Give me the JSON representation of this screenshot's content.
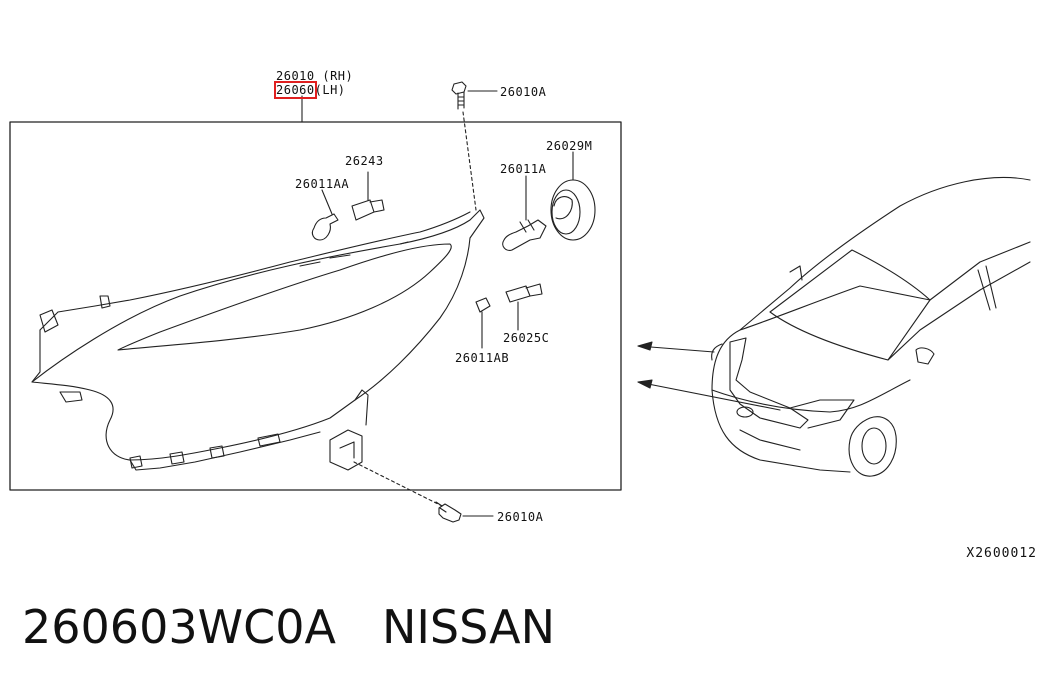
{
  "callouts": {
    "assembly_rh": "26010 (RH)",
    "assembly_lh_code": "26060",
    "assembly_lh_side": "(LH)",
    "bolt_top": "26010A",
    "bolt_bottom": "26010A",
    "socket_26243": "26243",
    "bulb_26011AA": "26011AA",
    "bulb_26011A": "26011A",
    "cap_26029M": "26029M",
    "bulb_26025C": "26025C",
    "bulb_26011AB": "26011AB"
  },
  "reference_code": "X2600012",
  "footer": {
    "part_number": "260603WC0A",
    "brand": "NISSAN"
  },
  "colors": {
    "line": "#222222",
    "highlight": "#e02020"
  },
  "icons": [
    "headlamp-assembly-icon",
    "bolt-icon",
    "bulb-icon",
    "socket-icon",
    "dust-cap-icon",
    "car-front-icon",
    "arrow-left-icon"
  ]
}
